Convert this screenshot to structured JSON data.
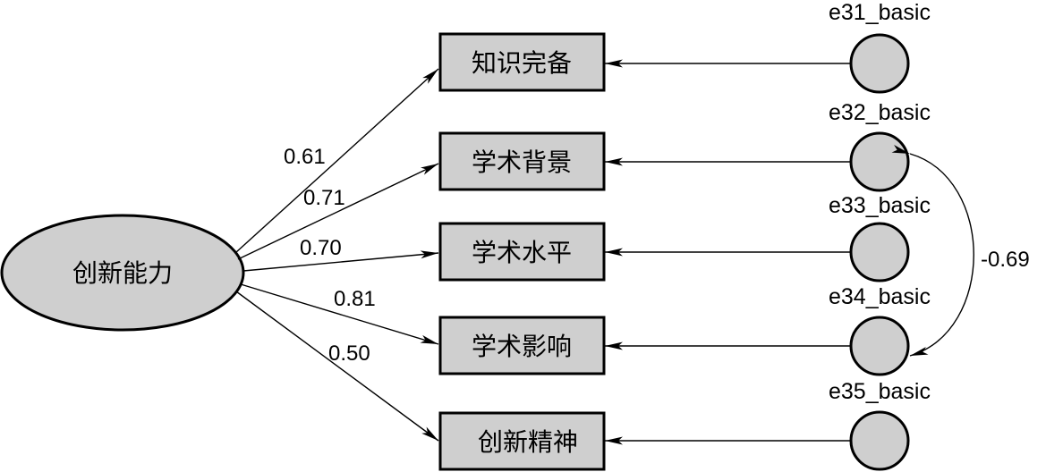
{
  "latent": {
    "label": "创新能力"
  },
  "indicators": [
    {
      "label": "知识完备",
      "loading": "0.61",
      "error": "e31_basic"
    },
    {
      "label": "学术背景",
      "loading": "0.71",
      "error": "e32_basic"
    },
    {
      "label": "学术水平",
      "loading": "0.70",
      "error": "e33_basic"
    },
    {
      "label": "学术影响",
      "loading": "0.81",
      "error": "e34_basic"
    },
    {
      "label": "创新精神",
      "loading": "0.50",
      "error": "e35_basic"
    }
  ],
  "covariance": {
    "between": [
      "e32_basic",
      "e34_basic"
    ],
    "value": "-0.69"
  }
}
